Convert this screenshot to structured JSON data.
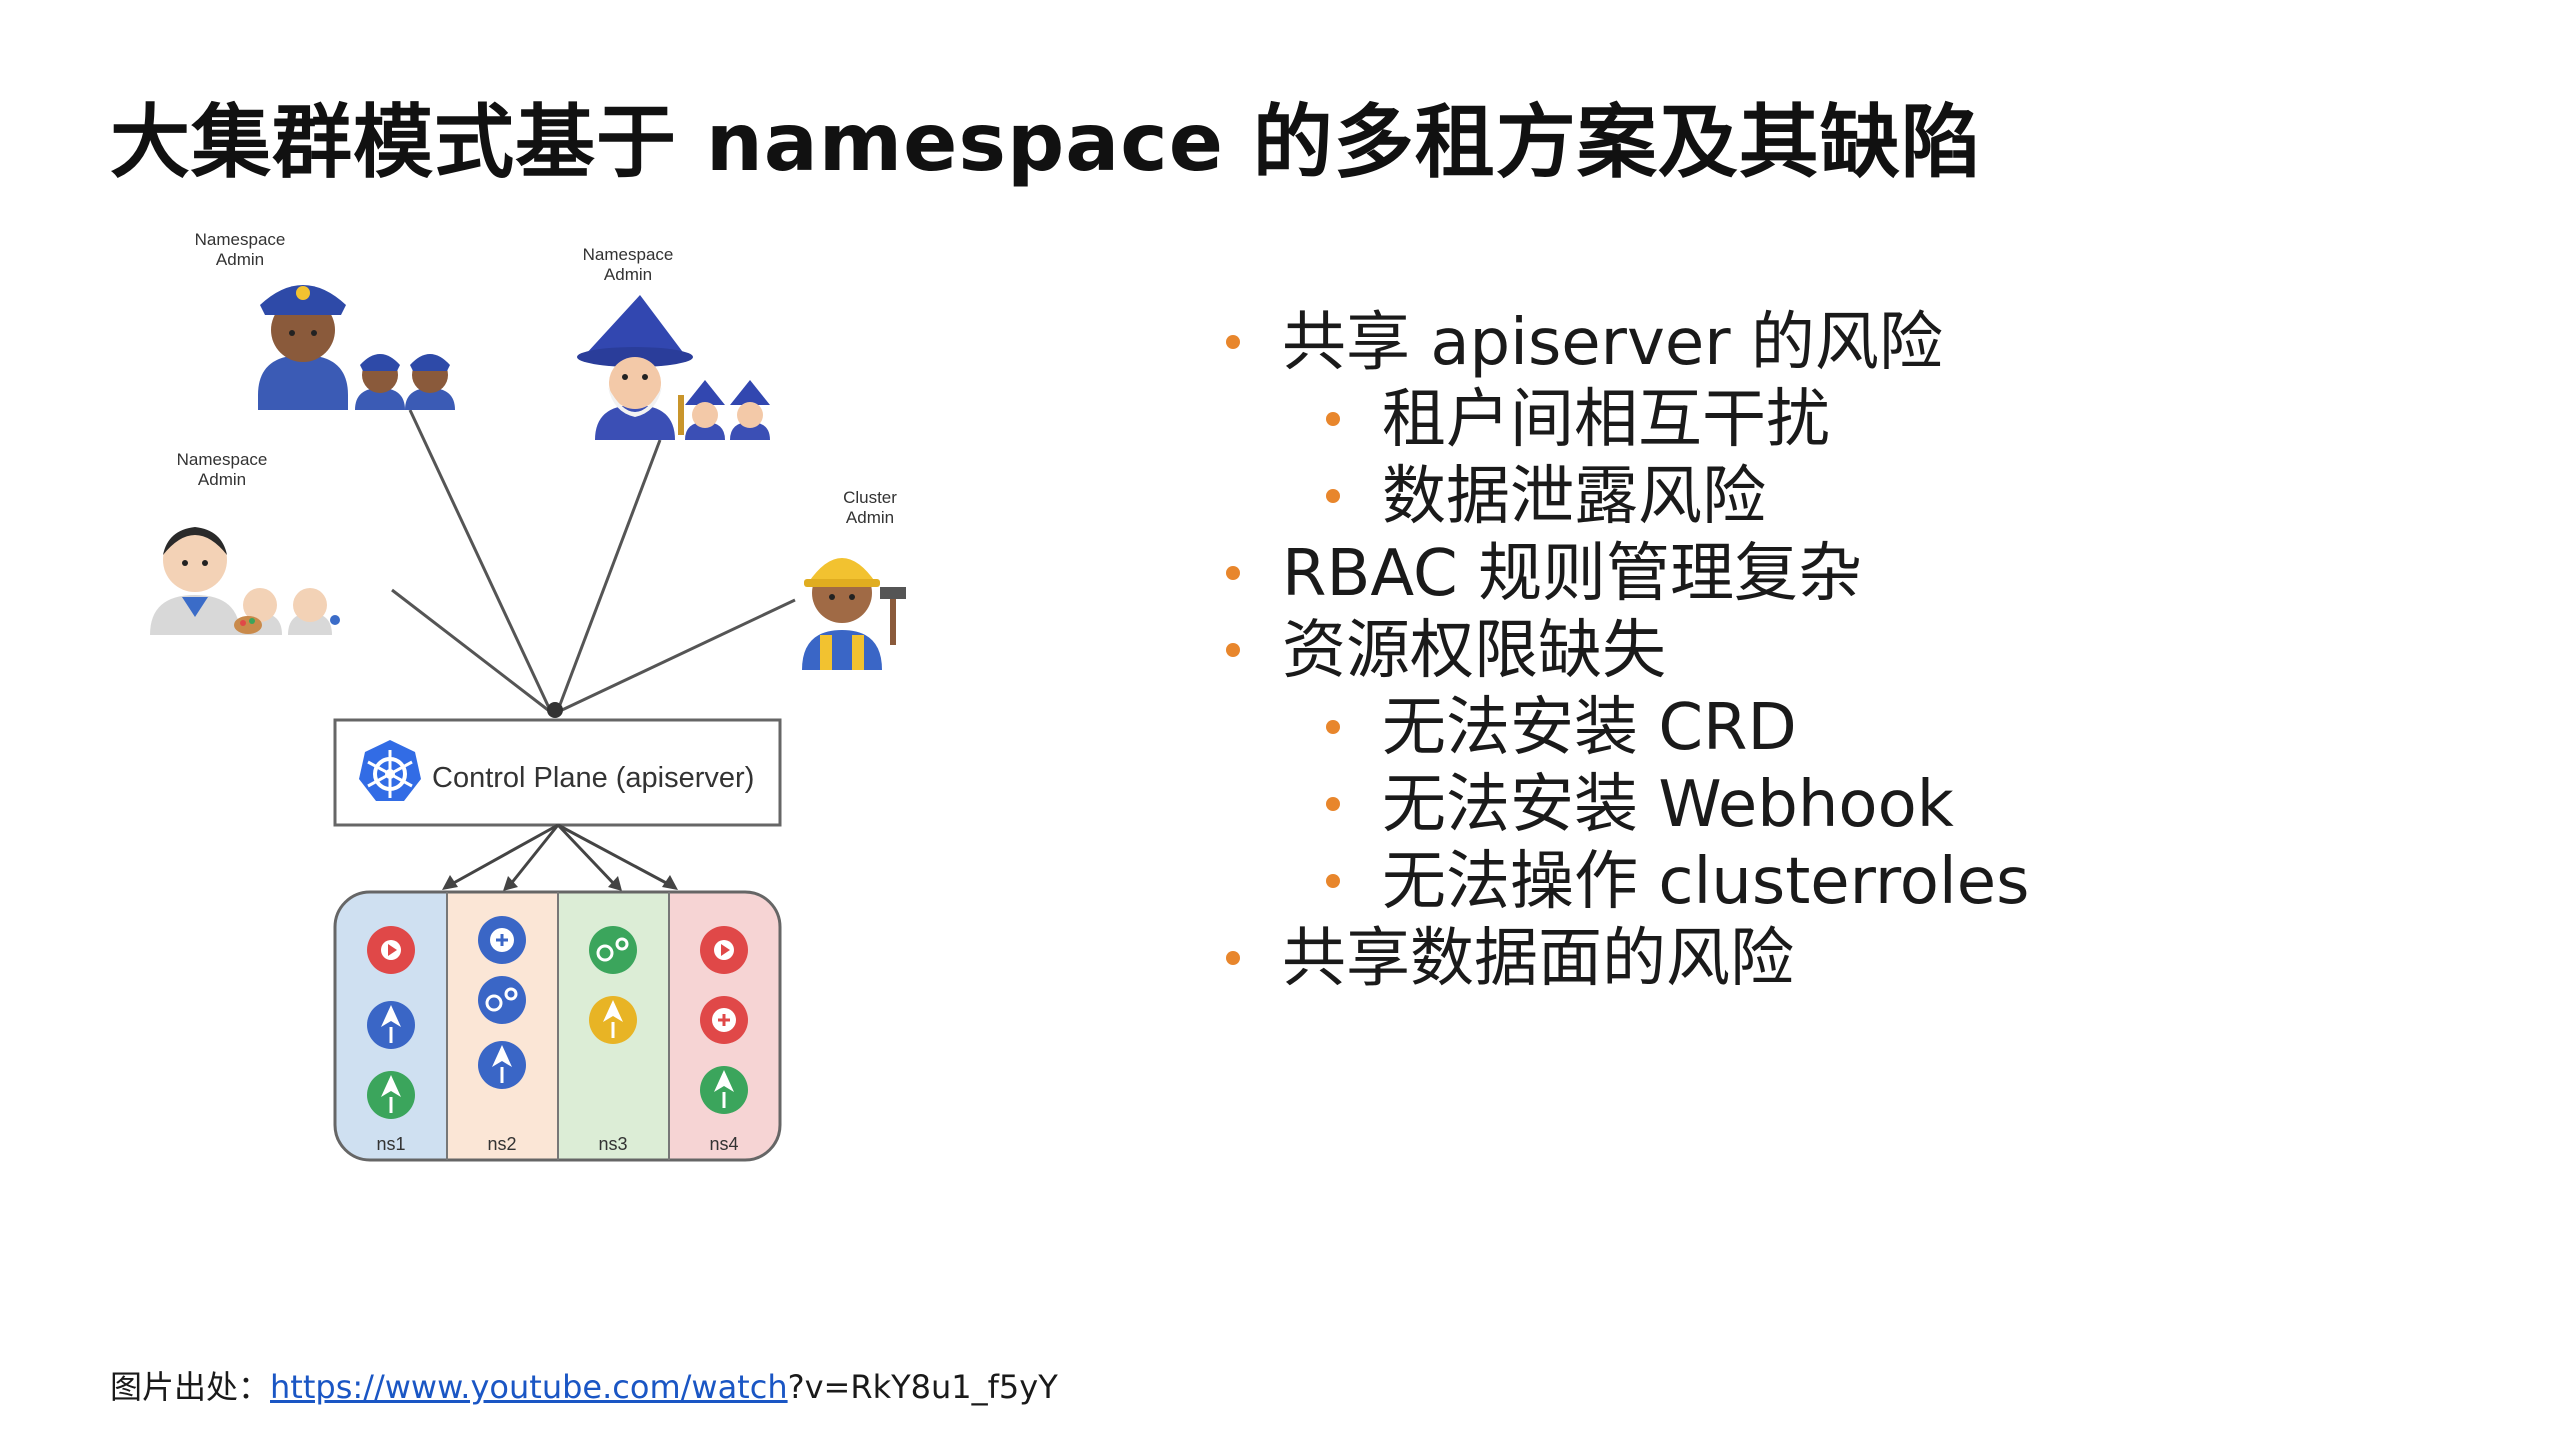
{
  "colors": {
    "bullet": "#e8862c",
    "link": "#1a56c4",
    "ns1": "#cfe0f1",
    "ns2": "#fbe6d6",
    "ns3": "#dcedd6",
    "ns4": "#f6d4d4",
    "k8s_blue": "#326ce5"
  },
  "title": "大集群模式基于 namespace 的多租方案及其缺陷",
  "diagram": {
    "admins": [
      {
        "label_line1": "Namespace",
        "label_line2": "Admin",
        "icon": "police-officer-icon"
      },
      {
        "label_line1": "Namespace",
        "label_line2": "Admin",
        "icon": "wizard-icon"
      },
      {
        "label_line1": "Namespace",
        "label_line2": "Admin",
        "icon": "artist-icon"
      },
      {
        "label_line1": "Cluster",
        "label_line2": "Admin",
        "icon": "construction-worker-icon"
      }
    ],
    "control_plane": "Control Plane (apiserver)",
    "namespaces": [
      "ns1",
      "ns2",
      "ns3",
      "ns4"
    ]
  },
  "bullets": [
    {
      "level": 1,
      "text": "共享 apiserver 的风险"
    },
    {
      "level": 2,
      "text": "租户间相互干扰"
    },
    {
      "level": 2,
      "text": "数据泄露风险"
    },
    {
      "level": 1,
      "text": "RBAC 规则管理复杂"
    },
    {
      "level": 1,
      "text": "资源权限缺失"
    },
    {
      "level": 2,
      "text": "无法安装 CRD"
    },
    {
      "level": 2,
      "text": "无法安装 Webhook"
    },
    {
      "level": 2,
      "text": "无法操作 clusterroles"
    },
    {
      "level": 1,
      "text": "共享数据面的风险"
    }
  ],
  "footer": {
    "prefix": "图片出处：",
    "link_text": "https://www.youtube.com/watch",
    "suffix": "?v=RkY8u1_f5yY"
  }
}
